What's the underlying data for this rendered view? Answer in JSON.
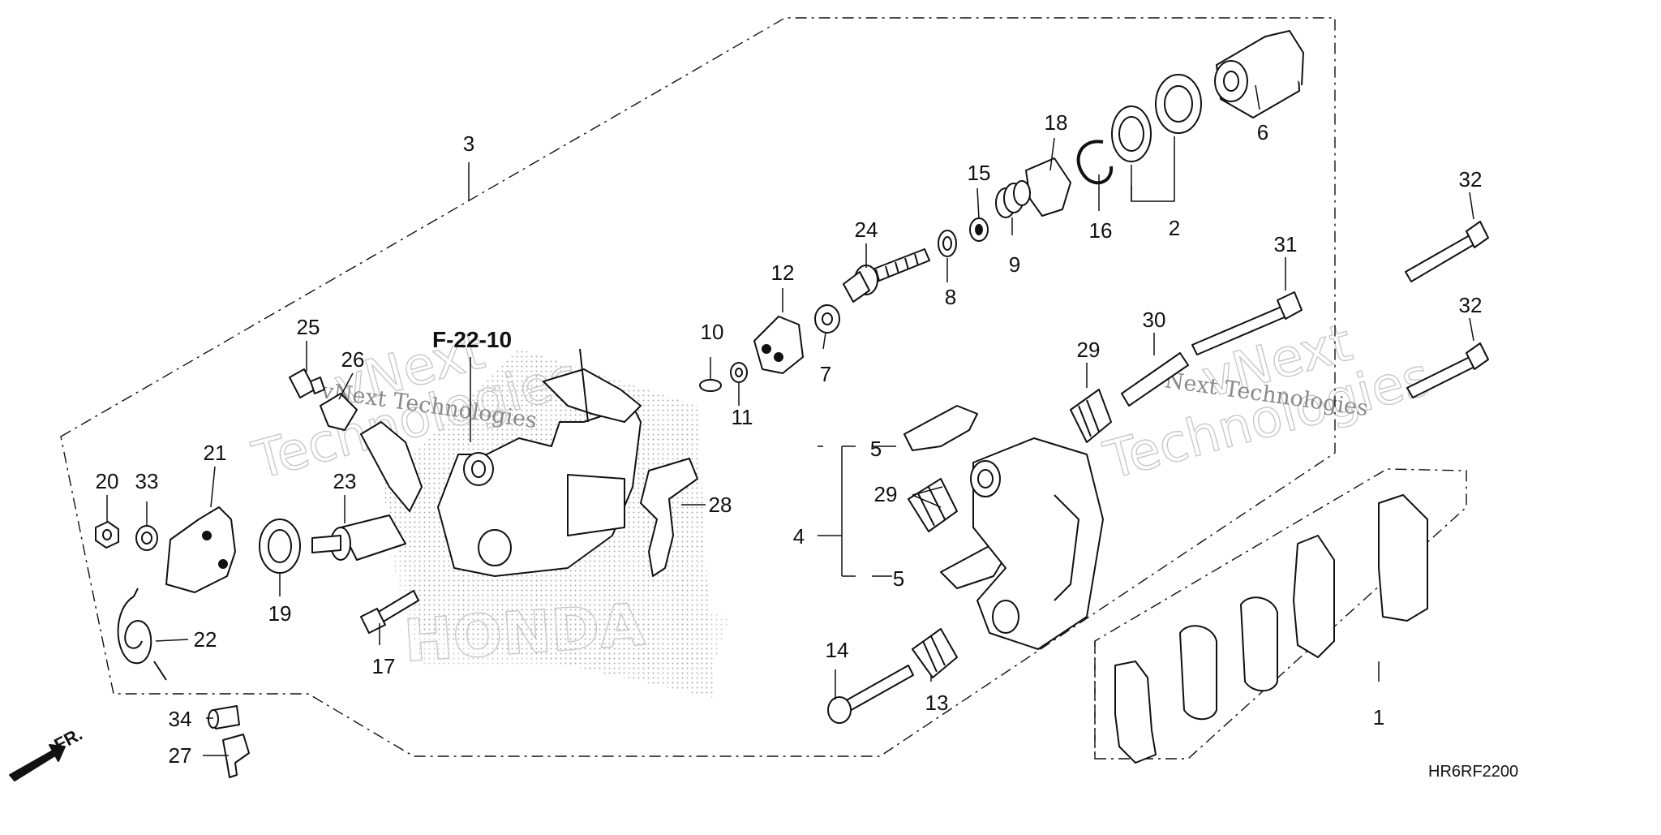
{
  "diagram": {
    "part_labels": [
      "1",
      "2",
      "3",
      "4",
      "5",
      "5",
      "6",
      "7",
      "8",
      "9",
      "10",
      "11",
      "12",
      "13",
      "14",
      "15",
      "16",
      "17",
      "18",
      "19",
      "20",
      "21",
      "22",
      "23",
      "24",
      "25",
      "26",
      "27",
      "28",
      "29",
      "29",
      "30",
      "31",
      "32",
      "32",
      "33",
      "34"
    ],
    "reference_label": "F-22-10",
    "diagram_code": "HR6RF2200",
    "direction_label": "FR.",
    "watermark_lines": [
      "vNext Technologies",
      "Technologies",
      "vNext",
      "vNext Technologies",
      "Technologies",
      "vNext"
    ],
    "watermark_logo_text": "HONDA",
    "colors": {
      "line": "#111111",
      "background": "#ffffff",
      "watermark": "#c9c9c9"
    }
  }
}
